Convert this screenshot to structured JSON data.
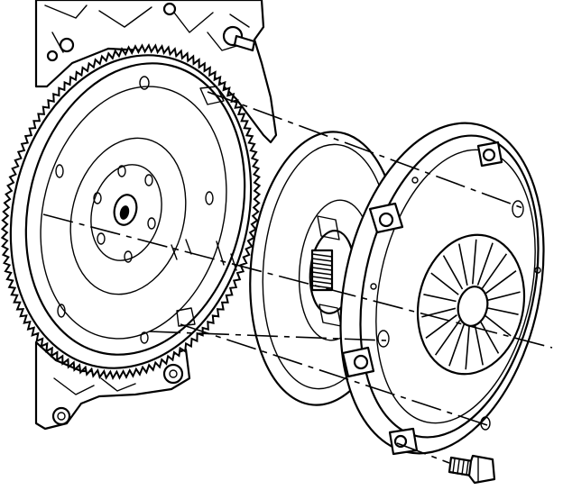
{
  "diagram": {
    "line_color": "#000000",
    "background_color": "#ffffff",
    "parts": [
      {
        "name": "engine-block",
        "icon": "engine-block-icon"
      },
      {
        "name": "flywheel",
        "icon": "flywheel-icon"
      },
      {
        "name": "clutch-disc",
        "icon": "clutch-disc-icon"
      },
      {
        "name": "pressure-plate",
        "icon": "pressure-plate-icon"
      },
      {
        "name": "bolt",
        "icon": "bolt-icon"
      }
    ]
  }
}
